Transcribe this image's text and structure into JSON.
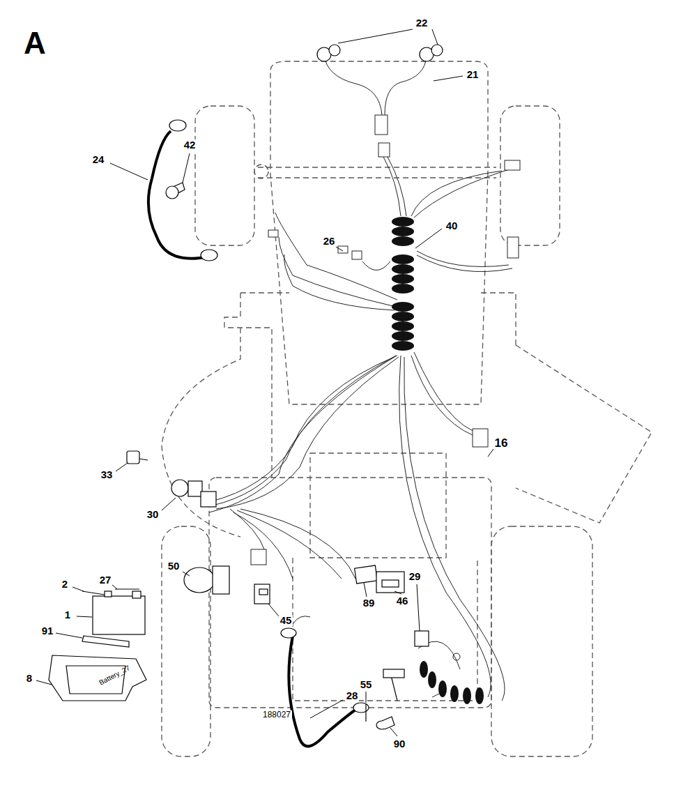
{
  "diagram": {
    "title": "A",
    "labels": [
      "22",
      "21",
      "24",
      "42",
      "40",
      "26",
      "16",
      "33",
      "30",
      "50",
      "27",
      "2",
      "46",
      "89",
      "29",
      "1",
      "45",
      "91",
      "8",
      "Battery_27",
      "55",
      "28",
      "188027",
      "90"
    ]
  }
}
